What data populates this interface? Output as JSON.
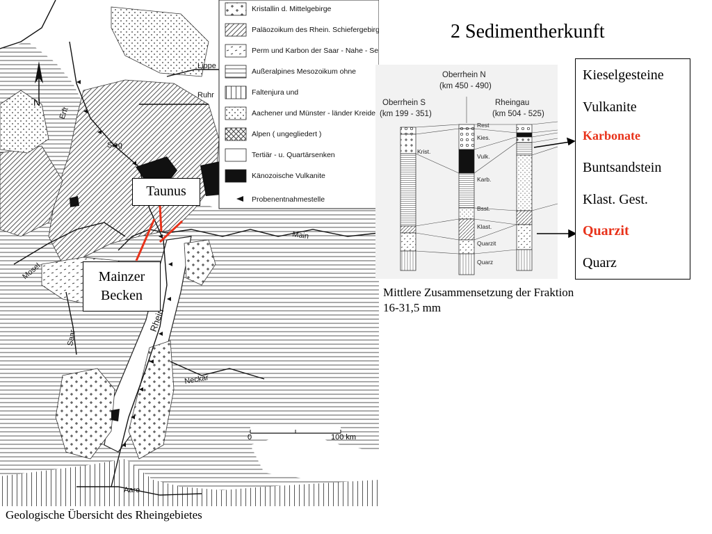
{
  "title": "2 Sedimentherkunft",
  "callouts": {
    "taunus": "Taunus",
    "mainzer_line1": "Mainzer",
    "mainzer_line2": "Becken"
  },
  "map": {
    "legend": [
      {
        "pattern": "cross",
        "text": "Kristallin d. Mittelgebirge"
      },
      {
        "pattern": "hatch",
        "text": "Paläozoikum des Rhein. Schiefergebirges"
      },
      {
        "pattern": "dash",
        "text": "Perm und Karbon der Saar - Nahe - Senke"
      },
      {
        "pattern": "hlines",
        "text": "Außeralpines Mesozoikum ohne"
      },
      {
        "pattern": "vlines",
        "text": "Faltenjura und"
      },
      {
        "pattern": "dots",
        "text": "Aachener und Münster - länder Kreide"
      },
      {
        "pattern": "crosshatch",
        "text": "Alpen ( ungegliedert )"
      },
      {
        "pattern": "blank",
        "text": "Tertiär - u. Quartärsenken"
      },
      {
        "pattern": "black",
        "text": "Känozoische Vulkanite"
      },
      {
        "pattern": "triangle",
        "text": "Probenentnahmestelle"
      }
    ],
    "rivers": [
      "Lippe",
      "Ruhr",
      "Erft",
      "Sieg",
      "Main",
      "Mosel",
      "Saar",
      "Rhein",
      "Neckar",
      "Aare"
    ],
    "north": "N",
    "scale": {
      "zero": "0",
      "max": "100 km"
    }
  },
  "columns": {
    "headers": {
      "n_title": "Oberrhein N",
      "n_range": "(km 450 - 490)",
      "s_title": "Oberrhein S",
      "s_range": "(km 199 - 351)",
      "r_title": "Rheingau",
      "r_range": "(km 504 - 525)"
    },
    "layer_labels": [
      "Rest",
      "Kies.",
      "Vulk.",
      "Karb.",
      "Bsst.",
      "Klast.",
      "Quarzit",
      "Quarz"
    ],
    "s_label": "Krist."
  },
  "components": [
    "Kieselgesteine",
    "Vulkanite",
    "Karbonate",
    "Buntsandstein",
    "Klast. Gest.",
    "Quarzit",
    "Quarz"
  ],
  "highlight_color": "#e8321a",
  "caption_right": [
    "Mittlere Zusammensetzung der Fraktion",
    "16-31,5 mm"
  ],
  "caption_left": "Geologische Übersicht des Rheingebietes"
}
